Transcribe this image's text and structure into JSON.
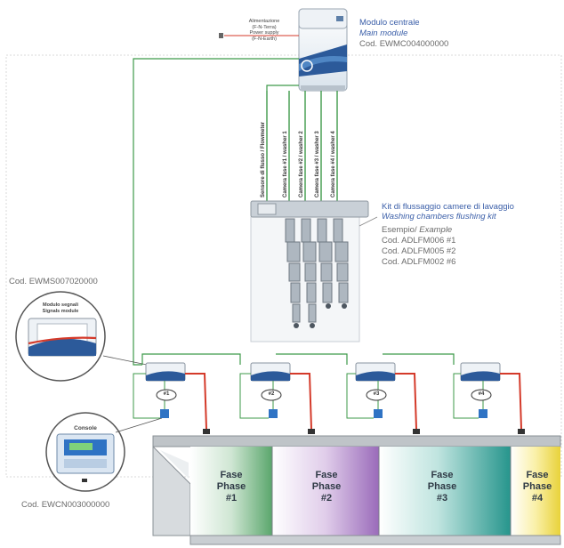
{
  "main_module": {
    "title_it": "Modulo centrale",
    "title_en": "Main module",
    "code": "Cod. EWMC004000000",
    "power_it": "Alimentazione",
    "power_it_sub": "(F-N-Terra)",
    "power_en": "Power supply",
    "power_en_sub": "(F-N-Earth)"
  },
  "cables": [
    "Sensore di flusso / Flowmeter",
    "Camera fase #1 / washer 1",
    "Camera fase #2 / washer 2",
    "Camera fase #3 / washer 3",
    "Camera fase #4 / washer 4"
  ],
  "flushing_kit": {
    "title_it": "Kit di flussaggio camere di lavaggio",
    "title_en": "Washing chambers flushing kit",
    "example_it": "Esempio/",
    "example_en": "Example",
    "codes": [
      "Cod. ADLFM006 #1",
      "Cod. ADLFM005 #2",
      "Cod. ADLFM002 #6"
    ]
  },
  "signals_module": {
    "code": "Cod. EWMS007020000",
    "title_it": "Modulo segnali",
    "title_en": "Signals module"
  },
  "console": {
    "title": "Console",
    "code": "Cod. EWCN003000000"
  },
  "sensors": [
    "#1",
    "#2",
    "#3",
    "#4"
  ],
  "phases": [
    {
      "line1": "Fase",
      "line2": "Phase",
      "num": "#1",
      "color": "#8ec49a"
    },
    {
      "line1": "Fase",
      "line2": "Phase",
      "num": "#2",
      "color": "#a780c4"
    },
    {
      "line1": "Fase",
      "line2": "Phase",
      "num": "#3",
      "color": "#3ba8a0"
    },
    {
      "line1": "Fase",
      "line2": "Phase",
      "num": "#4",
      "color": "#eddb3a"
    }
  ],
  "colors": {
    "green_wire": "#3e9a4a",
    "red_wire": "#d43a2a",
    "label_blue": "#3a5ea8"
  }
}
